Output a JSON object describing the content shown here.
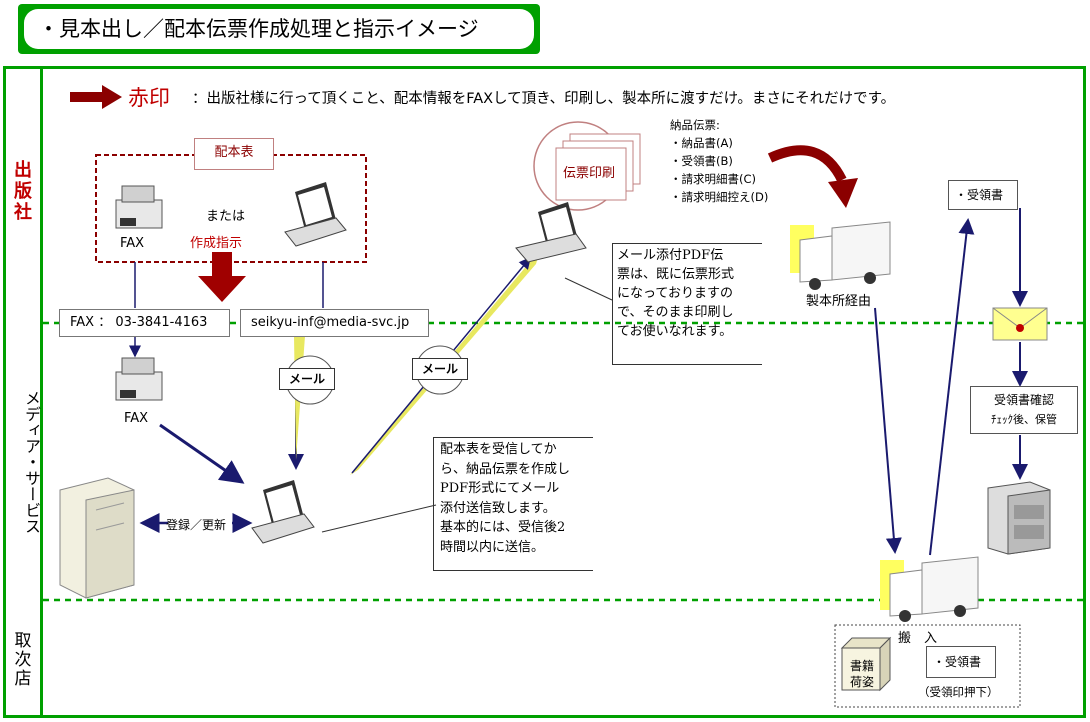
{
  "title": "・見本出し／配本伝票作成処理と指示イメージ",
  "lanes": {
    "publisher": [
      "出",
      "版",
      "社"
    ],
    "media": "メディア・サービス",
    "agent": [
      "取",
      "次",
      "店"
    ]
  },
  "legend": {
    "mark": "赤印",
    "text": "：出版社様に行って頂くこと、配本情報をFAXして頂き、印刷し、製本所に渡すだけ。まさにそれだけです。"
  },
  "publisher": {
    "sheet": "配本表",
    "fax_label": "FAX",
    "or": "または",
    "instruction": "作成指示"
  },
  "contacts": {
    "fax": "FAX ： 03-3841-4163",
    "email": "seikyu-inf@media-svc.jp"
  },
  "media": {
    "fax_label": "FAX",
    "mail1": "メール",
    "mail2": "メール",
    "register": "登録／更新",
    "note": [
      "配本表を受信してか",
      "ら、納品伝票を作成し",
      "PDF形式にてメール",
      "添付送信致します。",
      "基本的には、受信後2",
      "時間以内に送信。"
    ]
  },
  "print": {
    "label": "伝票印刷",
    "slips": [
      "納品伝票:",
      "・納品書(A)",
      "・受領書(B)",
      "・請求明細書(C)",
      "・請求明細控え(D)"
    ],
    "note": [
      "メール添付PDF伝",
      "票は、既に伝票形式",
      "になっておりますの",
      "で、そのまま印刷し",
      "てお使いなれます。"
    ]
  },
  "bindery": "製本所経由",
  "receipt": {
    "label": "・受領書",
    "check": [
      "受領書確認",
      "ﾁｪｯｸ後、保管"
    ]
  },
  "delivery": {
    "title": "搬　入",
    "books": [
      "書籍",
      "荷姿"
    ],
    "receipt": "・受領書",
    "stamp": "（受領印押下）"
  },
  "colors": {
    "lane": "#00a000",
    "accent": "#c00000",
    "arrow": "#1a1a6e"
  }
}
